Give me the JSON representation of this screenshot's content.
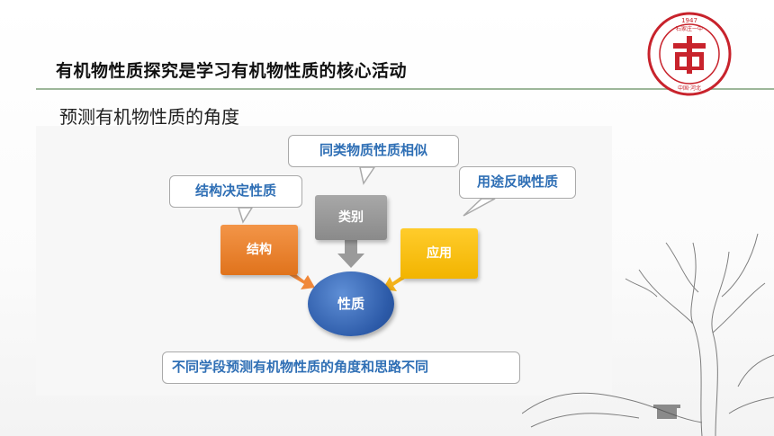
{
  "header": {
    "title": "有机物性质探究是学习有机物性质的核心活动",
    "subtitle": "预测有机物性质的角度"
  },
  "logo": {
    "year": "1947",
    "top_text": "石家庄一中",
    "bottom_text": "中国·河北"
  },
  "diagram": {
    "bubble_top": "同类物质性质相似",
    "bubble_left": "结构决定性质",
    "bubble_right": "用途反映性质",
    "bubble_bottom": "不同学段预测有机物性质的角度和思路不同",
    "box_structure": "结构",
    "box_category": "类别",
    "box_application": "应用",
    "center": "性质"
  },
  "colors": {
    "structure": "#e87f28",
    "category": "#989898",
    "application": "#f7bf1a",
    "center": "#2f5fae",
    "bubble_text": "#2f6fb5",
    "logo": "#c8232c"
  }
}
